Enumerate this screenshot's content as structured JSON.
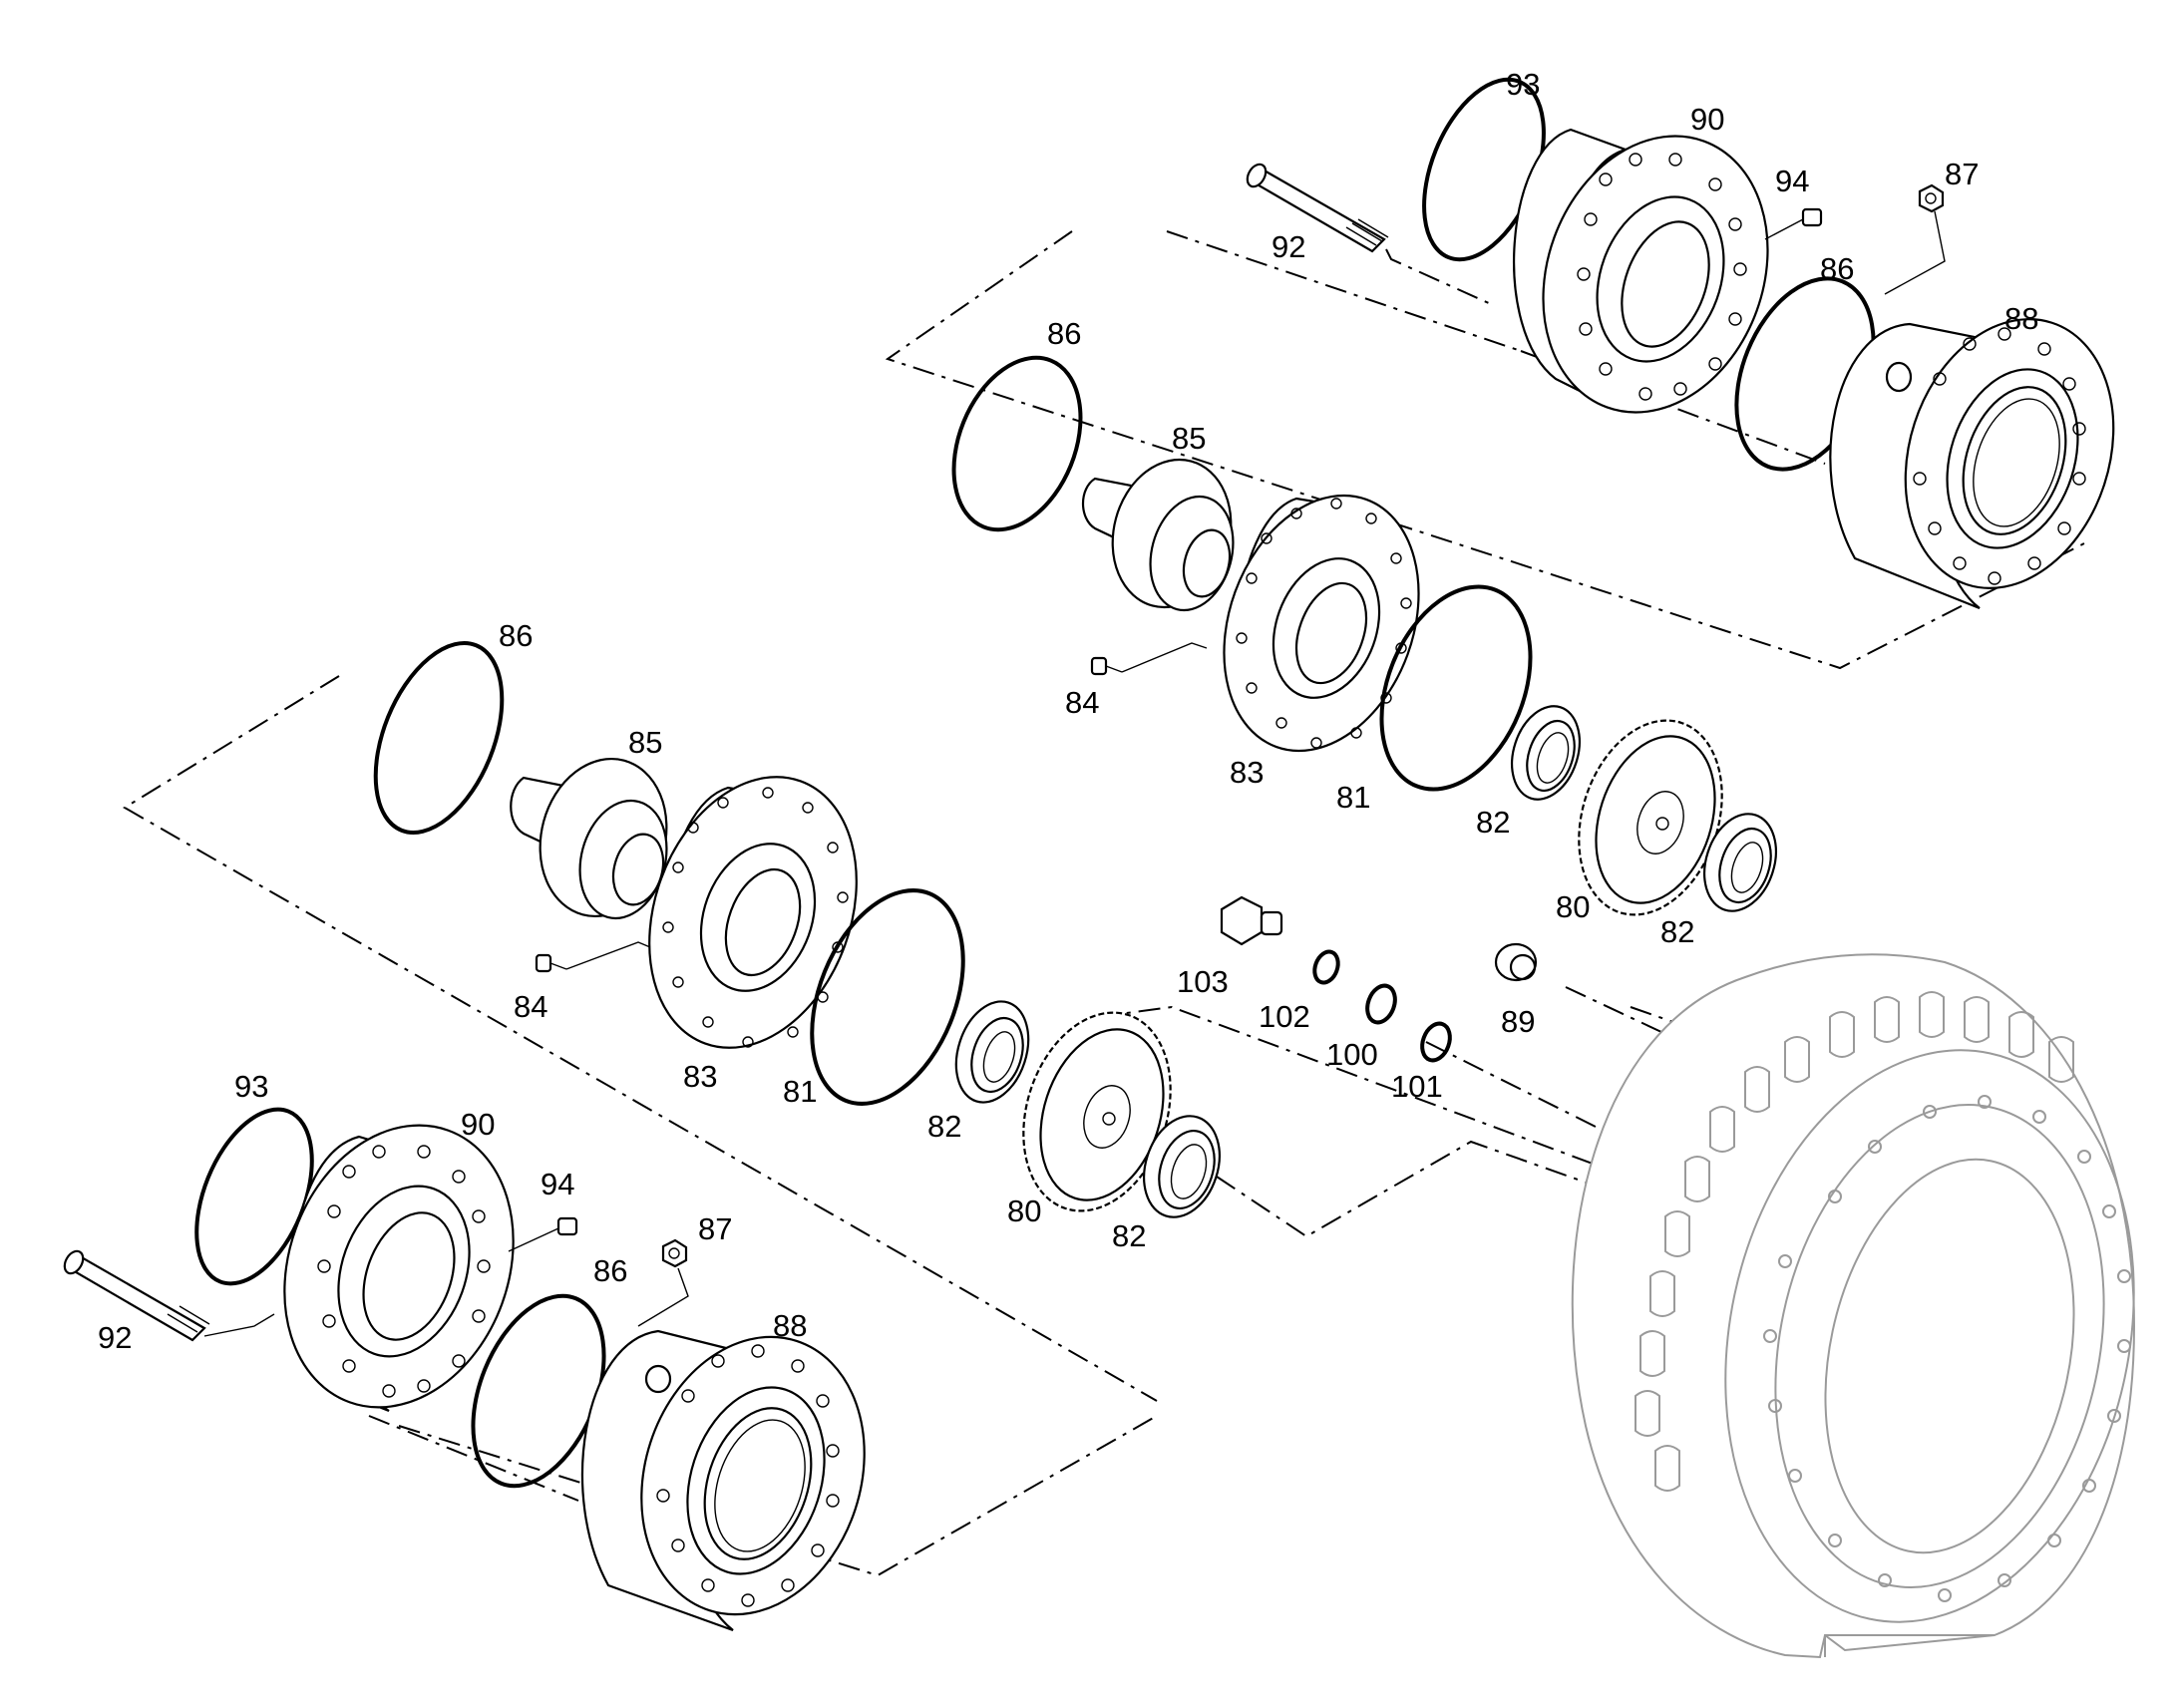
{
  "labels": [
    {
      "id": "93-upper",
      "text": "93"
    },
    {
      "id": "90-upper",
      "text": "90"
    },
    {
      "id": "94-upper",
      "text": "94"
    },
    {
      "id": "87-upper",
      "text": "87"
    },
    {
      "id": "92-upper",
      "text": "92"
    },
    {
      "id": "86-upper-right",
      "text": "86"
    },
    {
      "id": "88-upper",
      "text": "88"
    },
    {
      "id": "86-upper",
      "text": "86"
    },
    {
      "id": "85-upper",
      "text": "85"
    },
    {
      "id": "84-upper",
      "text": "84"
    },
    {
      "id": "83-upper",
      "text": "83"
    },
    {
      "id": "81-upper",
      "text": "81"
    },
    {
      "id": "82-upper-a",
      "text": "82"
    },
    {
      "id": "80-upper",
      "text": "80"
    },
    {
      "id": "82-upper-b",
      "text": "82"
    },
    {
      "id": "86-middle",
      "text": "86"
    },
    {
      "id": "85-middle",
      "text": "85"
    },
    {
      "id": "84-middle",
      "text": "84"
    },
    {
      "id": "83-middle",
      "text": "83"
    },
    {
      "id": "81-middle",
      "text": "81"
    },
    {
      "id": "82-middle-a",
      "text": "82"
    },
    {
      "id": "80-middle",
      "text": "80"
    },
    {
      "id": "82-middle-b",
      "text": "82"
    },
    {
      "id": "103",
      "text": "103"
    },
    {
      "id": "102",
      "text": "102"
    },
    {
      "id": "100",
      "text": "100"
    },
    {
      "id": "101",
      "text": "101"
    },
    {
      "id": "89",
      "text": "89"
    },
    {
      "id": "93-lower",
      "text": "93"
    },
    {
      "id": "90-lower",
      "text": "90"
    },
    {
      "id": "94-lower",
      "text": "94"
    },
    {
      "id": "87-lower",
      "text": "87"
    },
    {
      "id": "86-lower",
      "text": "86"
    },
    {
      "id": "88-lower",
      "text": "88"
    },
    {
      "id": "92-lower",
      "text": "92"
    }
  ]
}
